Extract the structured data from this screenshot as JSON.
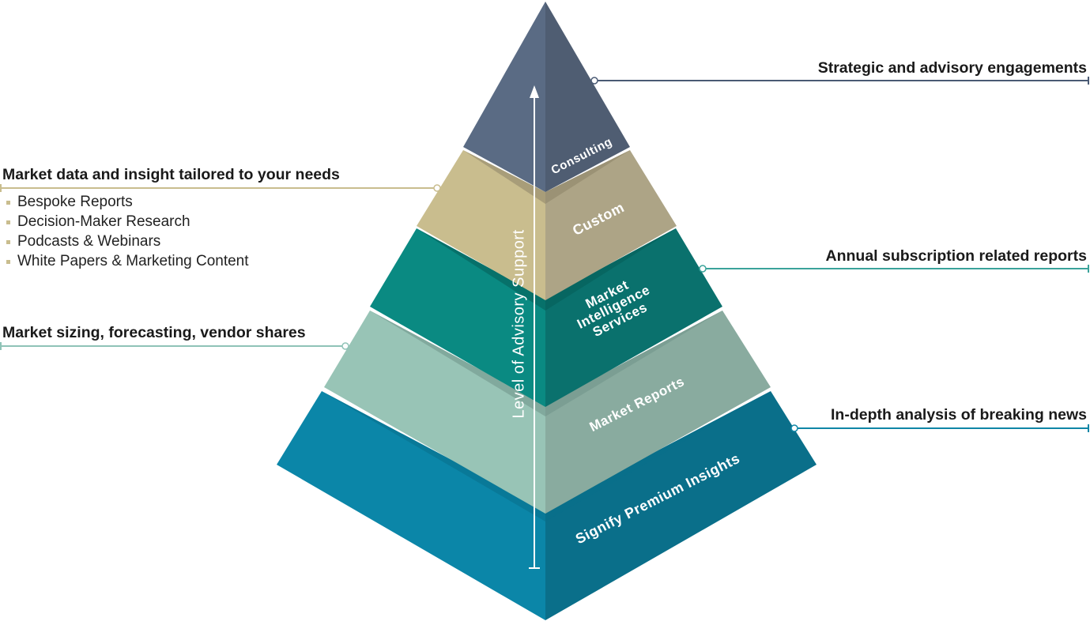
{
  "layers": {
    "consulting": "Consulting",
    "custom": "Custom",
    "market_intelligence": "Market\nIntelligence\nServices",
    "market_reports": "Market Reports",
    "premium_insights": "Signify Premium Insights"
  },
  "axis_label": "Level of Advisory Support",
  "callouts": {
    "strategic": "Strategic and advisory engagements",
    "tailored": "Market data and insight tailored to your needs",
    "annual": "Annual subscription related reports",
    "sizing": "Market sizing, forecasting, vendor shares",
    "breaking": "In-depth analysis of breaking news"
  },
  "tailored_items": [
    "Bespoke Reports",
    "Decision-Maker Research",
    "Podcasts & Webinars",
    "White Papers & Marketing Content"
  ],
  "colors": {
    "consulting": "#5a6b84",
    "custom": "#c9bd8e",
    "market_intelligence": "#0a8a82",
    "market_reports": "#98c4b6",
    "premium_insights": "#0f86a6",
    "line_blue": "#4a5a74",
    "line_tan": "#c9bd8e",
    "line_teal": "#3aa39a",
    "line_light": "#8fc3b7"
  }
}
